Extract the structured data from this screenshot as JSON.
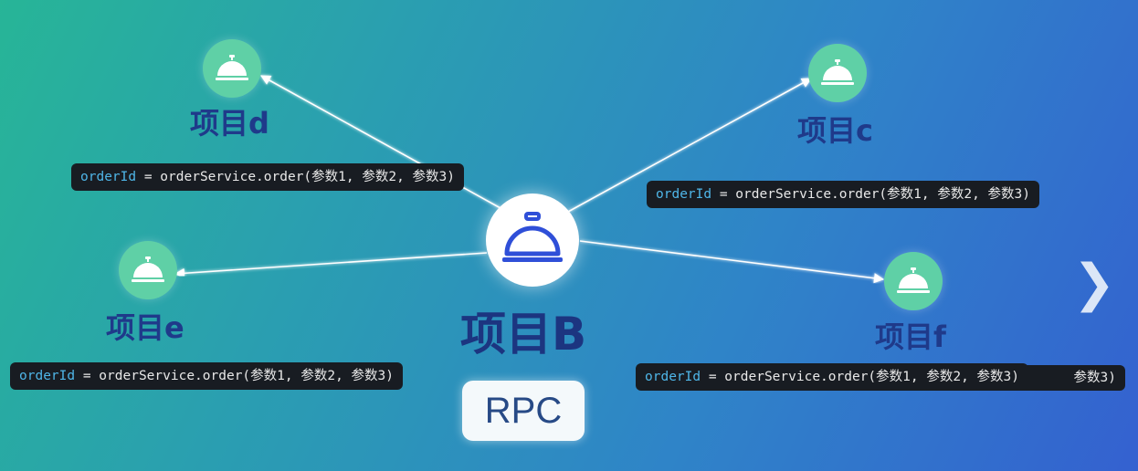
{
  "center": {
    "label": "项目B",
    "icon": "service-bell-icon"
  },
  "nodes": [
    {
      "id": "d",
      "label": "项目d",
      "code": {
        "var": "orderId",
        "rest": " = orderService.order(参数1, 参数2, 参数3)"
      }
    },
    {
      "id": "c",
      "label": "项目c",
      "code": {
        "var": "orderId",
        "rest": " = orderService.order(参数1, 参数2, 参数3)"
      }
    },
    {
      "id": "e",
      "label": "项目e",
      "code": {
        "var": "orderId",
        "rest": " = orderService.order(参数1, 参数2, 参数3)"
      }
    },
    {
      "id": "f",
      "label": "项目f",
      "code": {
        "var": "orderId",
        "rest": " = orderService.order(参数1, 参数2, 参数3)"
      },
      "code_overflow": "参数3)"
    }
  ],
  "badge": {
    "label": "RPC"
  },
  "nav": {
    "next_label": "❯"
  },
  "colors": {
    "node_fill": "#5fd0a6",
    "center_fill": "#ffffff",
    "center_icon": "#2f4fd8",
    "label": "#1f3a8a",
    "code_bg": "#181c22",
    "code_var": "#4fb6e8"
  }
}
